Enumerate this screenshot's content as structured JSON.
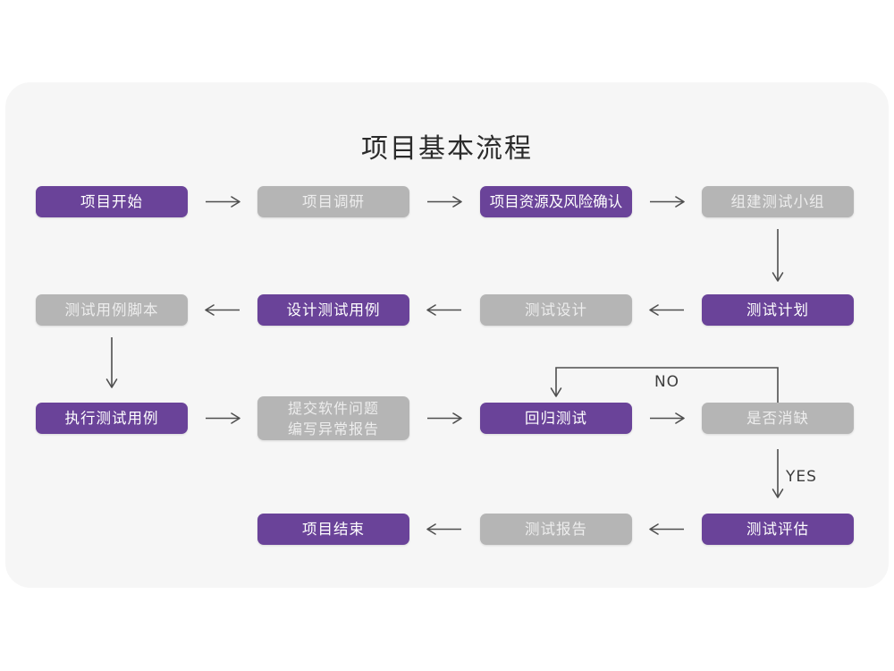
{
  "title": "项目基本流程",
  "colors": {
    "purple": "#6a4399",
    "gray": "#b5b5b5",
    "card": "#f6f6f6",
    "page_bg": "#ffffff",
    "arrow": "#4f4f4f",
    "purple_text": "#ffffff",
    "gray_text": "#ededed",
    "title_text": "#2b2b2b",
    "edge_label_text": "#3d3d3d"
  },
  "nodes": [
    {
      "id": "project-start",
      "label": "项目开始",
      "variant": "purple"
    },
    {
      "id": "project-research",
      "label": "项目调研",
      "variant": "gray"
    },
    {
      "id": "resource-risk-confirm",
      "label": "项目资源及风险确认",
      "variant": "purple"
    },
    {
      "id": "build-test-team",
      "label": "组建测试小组",
      "variant": "gray"
    },
    {
      "id": "test-plan",
      "label": "测试计划",
      "variant": "purple"
    },
    {
      "id": "test-design",
      "label": "测试设计",
      "variant": "gray"
    },
    {
      "id": "design-test-cases",
      "label": "设计测试用例",
      "variant": "purple"
    },
    {
      "id": "test-case-script",
      "label": "测试用例脚本",
      "variant": "gray"
    },
    {
      "id": "execute-test-cases",
      "label": "执行测试用例",
      "variant": "purple"
    },
    {
      "id": "submit-issues-report",
      "label": "提交软件问题\n编写异常报告",
      "variant": "gray"
    },
    {
      "id": "regression-test",
      "label": "回归测试",
      "variant": "purple"
    },
    {
      "id": "defect-cleared-check",
      "label": "是否消缺",
      "variant": "gray"
    },
    {
      "id": "test-evaluation",
      "label": "测试评估",
      "variant": "purple"
    },
    {
      "id": "test-report",
      "label": "测试报告",
      "variant": "gray"
    },
    {
      "id": "project-end",
      "label": "项目结束",
      "variant": "purple"
    }
  ],
  "edge_labels": {
    "no": "NO",
    "yes": "YES"
  }
}
